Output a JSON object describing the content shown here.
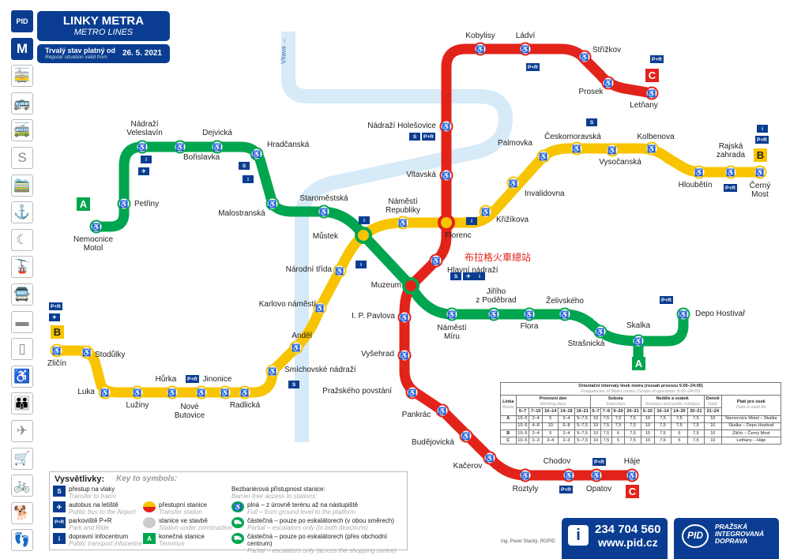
{
  "header": {
    "title": "LINKY METRA",
    "subtitle": "METRO LINES",
    "valid_label": "Trvalý stav platný od",
    "valid_label_en": "Regular situation valid from",
    "valid_date": "26. 5. 2021"
  },
  "sidebar": {
    "icons": [
      "pid-logo-icon",
      "metro-icon",
      "tram-icon",
      "bus-icon",
      "trolleybus-icon",
      "train-icon",
      "funicular-icon",
      "ferry-icon",
      "night-icon",
      "cable-car-icon",
      "replacement-bus-icon",
      "ticket-icon",
      "phone-icon",
      "accessible-icon",
      "family-icon",
      "plane-icon",
      "stroller-icon",
      "bike-icon",
      "dog-icon",
      "walking-icon"
    ],
    "glyphs": [
      "PID",
      "M",
      "🚋",
      "🚌",
      "🚎",
      "S",
      "🚞",
      "⚓",
      "☾",
      "🚡",
      "🚍",
      "▬",
      "▯",
      "♿",
      "👪",
      "✈",
      "🛒",
      "🚲",
      "🐕",
      "👣"
    ]
  },
  "river_label": "Vltava →",
  "annotation": "布拉格火車總站",
  "colors": {
    "A": "#00a54f",
    "B": "#f8c400",
    "C": "#e2231a",
    "river": "#d6eaf8",
    "brand": "#0a3d91"
  },
  "lines": {
    "A": {
      "terminus": "A",
      "stations": [
        "Nemocnice\nMotol",
        "Petřiny",
        "Nádraží\nVeleslavín",
        "Bořislavka",
        "Dejvická",
        "Hradčanská",
        "Malostranská",
        "Staroměstská",
        "Můstek",
        "Muzeum",
        "Náměstí\nMíru",
        "Jiřího\nz Poděbrad",
        "Flora",
        "Želivského",
        "Strašnická",
        "Skalka",
        "Depo Hostivař"
      ]
    },
    "B": {
      "terminus": "B",
      "stations": [
        "Zličín",
        "Stodůlky",
        "Luka",
        "Lužiny",
        "Hůrka",
        "Nové\nButovice",
        "Jinonice",
        "Radlická",
        "Smíchovské nádraží",
        "Anděl",
        "Karlovo náměstí",
        "Národní třída",
        "Náměstí\nRepubliky",
        "Florenc",
        "Křižíkova",
        "Invalidovna",
        "Palmovka",
        "Českomoravská",
        "Vysočanská",
        "Kolbenova",
        "Hloubětín",
        "Rajská\nzahrada",
        "Černý\nMost"
      ]
    },
    "C": {
      "terminus": "C",
      "stations": [
        "Letňany",
        "Prosek",
        "Střížkov",
        "Ládví",
        "Kobylisy",
        "Nádraží Holešovice",
        "Vltavská",
        "Hlavní nádraží",
        "I. P. Pavlova",
        "Vyšehrad",
        "Pražského povstání",
        "Pankrác",
        "Budějovická",
        "Kačerov",
        "Roztyly",
        "Chodov",
        "Opatov",
        "Háje"
      ]
    }
  },
  "badges": {
    "train": "S",
    "park": "P+R",
    "airport": "✈",
    "info": "i"
  },
  "legend": {
    "title": "Vysvětlivky:",
    "title_en": "Key to symbols:",
    "items": [
      {
        "cs": "přestup na vlaky",
        "en": "Transfer to trains"
      },
      {
        "cs": "autobus na letiště",
        "en": "Public bus to the Airport"
      },
      {
        "cs": "parkoviště P+R",
        "en": "Park and Ride"
      },
      {
        "cs": "dopravní infocentrum",
        "en": "Public transport infocentre"
      },
      {
        "cs": "přestupní stanice",
        "en": "Transfer station"
      },
      {
        "cs": "stanice ve stavbě",
        "en": "Station under construction"
      },
      {
        "cs": "konečná stanice",
        "en": "Terminus"
      }
    ],
    "access_title": "Bezbariérová přístupnost stanice:",
    "access_title_en": "Barrier-free access to stations:",
    "access": [
      {
        "cs": "plná – z úrovně terénu až na nástupiště",
        "en": "Full – from ground level to the platform"
      },
      {
        "cs": "částečná – pouze po eskalátorech (v obou směrech)",
        "en": "Partial – escalators only (in both directions)"
      },
      {
        "cs": "částečná – pouze po eskalátorech (přes obchodní centrum)",
        "en": "Partial – escalators only (across the shopping centre)"
      }
    ]
  },
  "frequency_table": {
    "title": "Orientační intervaly linek metra (rozsah provozu 5:00–24:00)",
    "title_en": "Frequencies of Metro routes (Scope of operation: 5:00–24:00)",
    "groups": [
      {
        "cs": "Linka",
        "en": "Route"
      },
      {
        "cs": "Provozní den",
        "en": "Working days"
      },
      {
        "cs": "Sobota",
        "en": "Saturdays"
      },
      {
        "cs": "Neděle a svátek",
        "en": "Sundays and public holidays"
      },
      {
        "cs": "Denně",
        "en": "Daily"
      },
      {
        "cs": "Platí pro úsek",
        "en": "Data is valid for"
      }
    ],
    "hours": [
      "5–7",
      "7–10",
      "10–14",
      "14–19",
      "19–21",
      "5–7",
      "7–9",
      "9–20",
      "20–21",
      "5–10",
      "10–14",
      "14–20",
      "20–21",
      "21–24"
    ],
    "rows": [
      {
        "line": "A",
        "values": [
          "10–5",
          "2–4",
          "5",
          "3–4",
          "5–7,5",
          "10",
          "7,5",
          "7,5",
          "7,5",
          "10",
          "7,5",
          "7,5",
          "7,5",
          "10"
        ],
        "section": "Nemocnice Motol – Skalka"
      },
      {
        "line": "",
        "values": [
          "10–5",
          "4–8",
          "10",
          "6–8",
          "5–7,5",
          "10",
          "7,5",
          "7,5",
          "7,5",
          "10",
          "7,5",
          "7,5",
          "7,5",
          "10"
        ],
        "section": "Skalka – Depo Hostivař"
      },
      {
        "line": "B",
        "values": [
          "10–5",
          "2–4",
          "5",
          "2–4",
          "5–7,5",
          "10",
          "7,5",
          "6",
          "7,5",
          "10",
          "7,5",
          "6",
          "7,5",
          "10"
        ],
        "section": "Zličín – Černý Most"
      },
      {
        "line": "C",
        "values": [
          "10–5",
          "2–3",
          "3–4",
          "2–3",
          "5–7,5",
          "10",
          "7,5",
          "5",
          "7,5",
          "10",
          "7,5",
          "5",
          "7,5",
          "10"
        ],
        "section": "Letňany – Háje"
      }
    ]
  },
  "footer": {
    "credit": "Ing. Pavel Stacký, ROPID",
    "phone": "234 704 560",
    "web": "www.pid.cz",
    "brand_logo": "PID",
    "brand": "PRAŽSKÁ\nINTEGROVANÁ\nDOPRAVA"
  }
}
